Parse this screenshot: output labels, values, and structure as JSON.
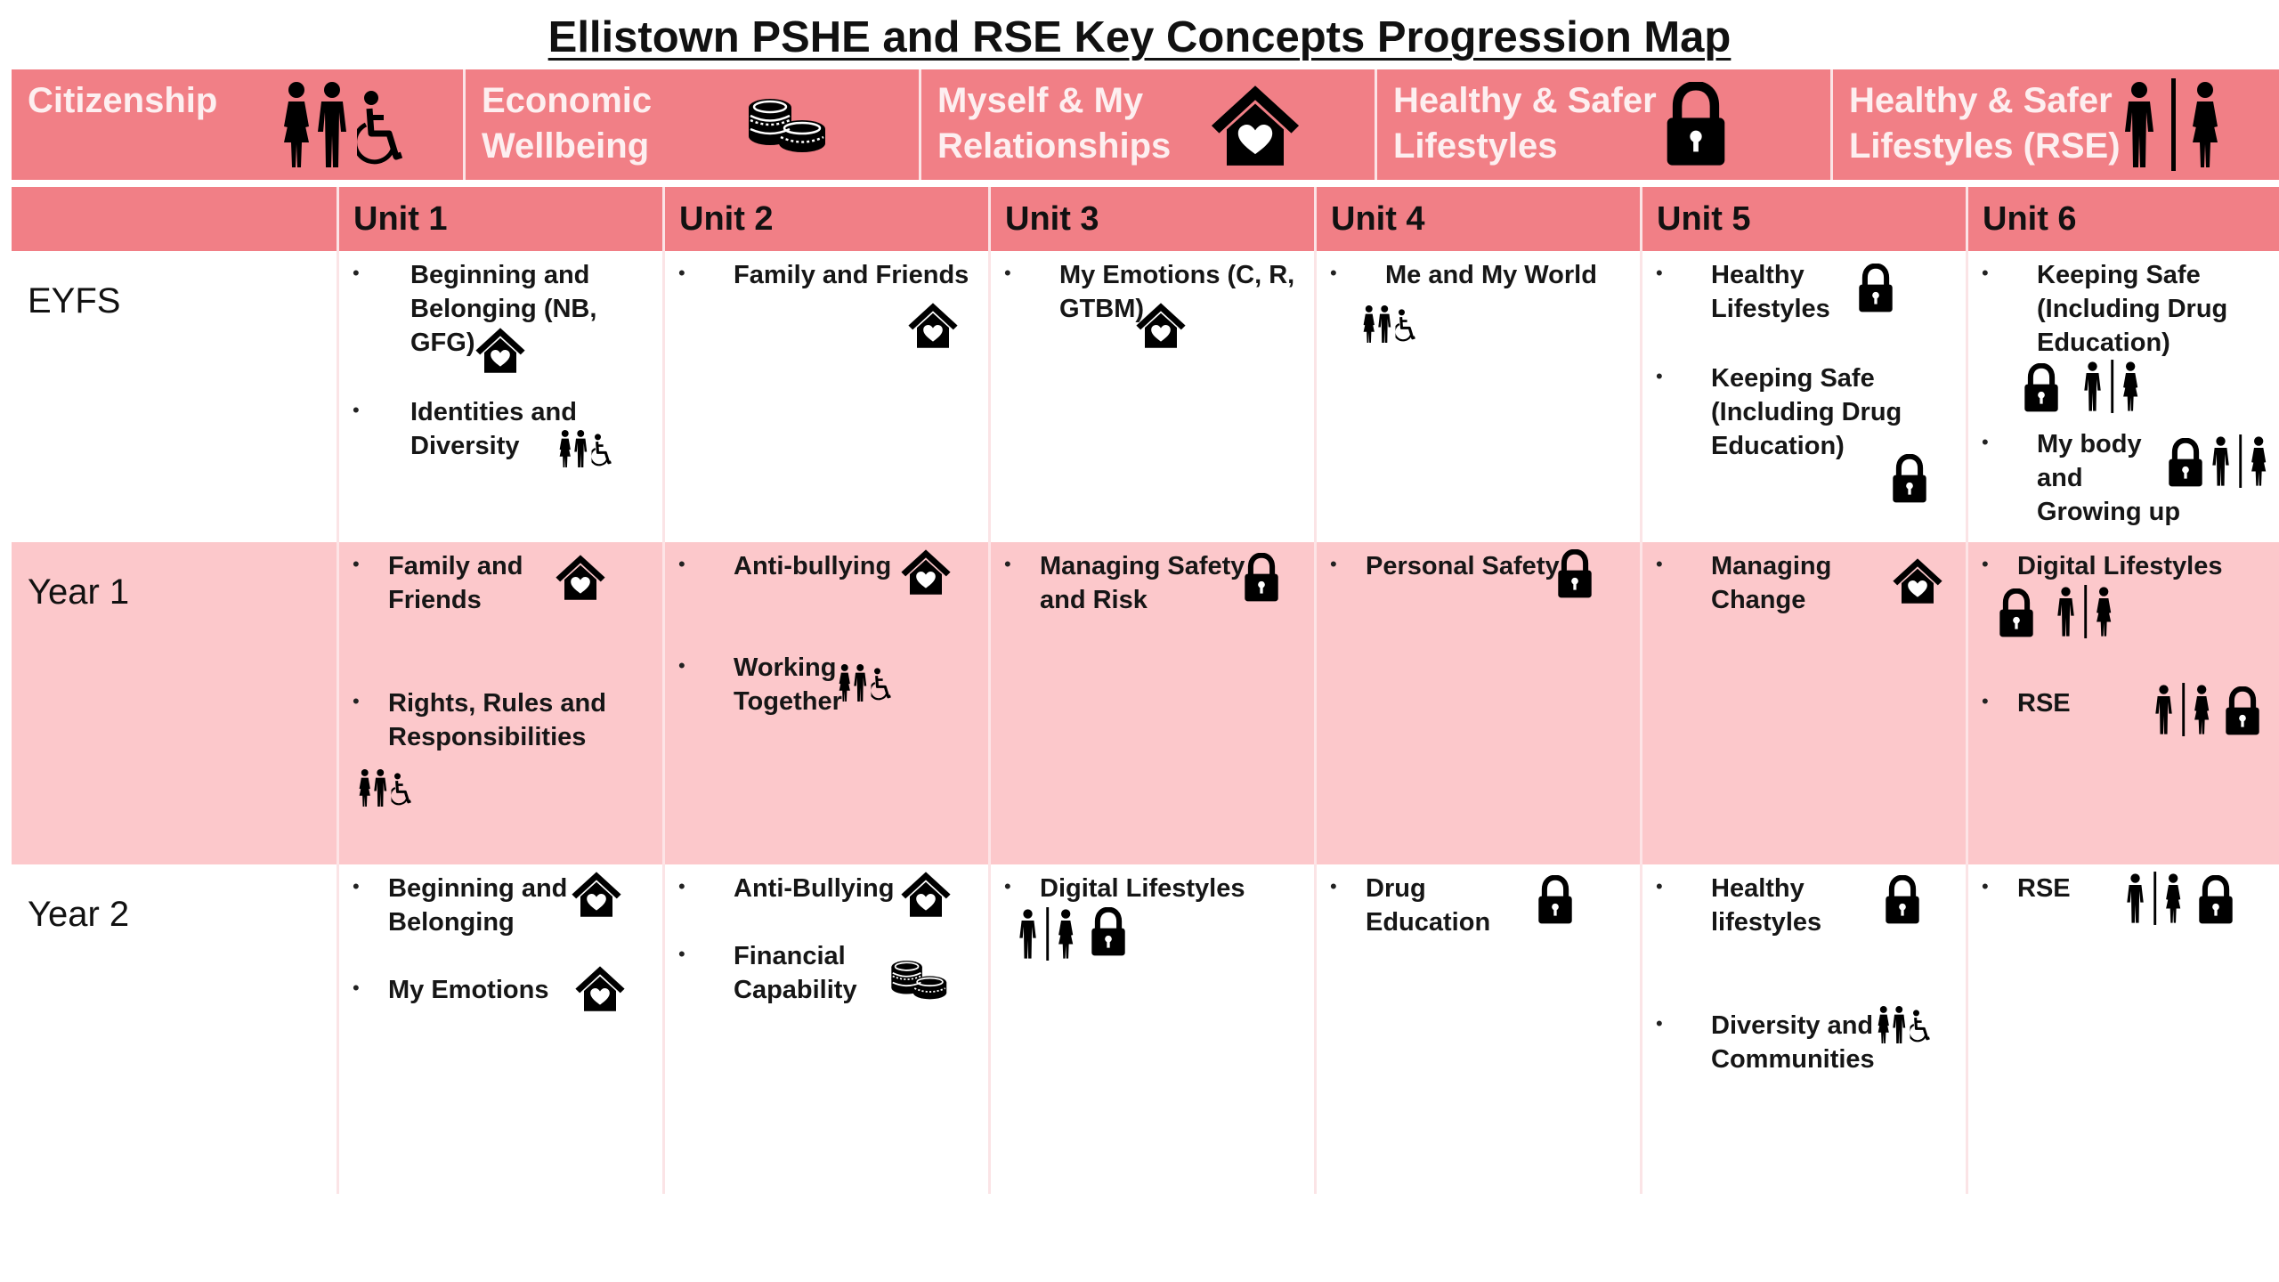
{
  "title": "Ellistown PSHE and RSE Key Concepts Progression Map",
  "legend": [
    {
      "label": "Citizenship",
      "icon": "people-icon"
    },
    {
      "label": "Economic\nWellbeing",
      "icon": "coins-icon"
    },
    {
      "label": "Myself & My\nRelationships",
      "icon": "house-heart-icon"
    },
    {
      "label": "Healthy & Safer\nLifestyles",
      "icon": "padlock-icon"
    },
    {
      "label": "Healthy & Safer\nLifestyles (RSE)",
      "icon": "toilet-sign-icon"
    }
  ],
  "units": [
    "Unit 1",
    "Unit 2",
    "Unit 3",
    "Unit 4",
    "Unit 5",
    "Unit 6"
  ],
  "rows": [
    {
      "label": "EYFS",
      "cells": [
        [
          {
            "text": "Beginning and\nBelonging (NB,\nGFG)",
            "icons": [
              "house-heart-icon"
            ]
          },
          {
            "text": "Identities and\nDiversity",
            "icons": [
              "people-icon"
            ]
          }
        ],
        [
          {
            "text": "Family and Friends",
            "icons": [
              "house-heart-icon"
            ]
          }
        ],
        [
          {
            "text": "My Emotions (C, R,\nGTBM)",
            "icons": [
              "house-heart-icon"
            ]
          }
        ],
        [
          {
            "text": "Me and My World",
            "icons": [
              "people-icon"
            ]
          }
        ],
        [
          {
            "text": "Healthy\nLifestyles",
            "icons": [
              "padlock-icon"
            ]
          },
          {
            "text": "Keeping Safe\n(Including Drug\nEducation)",
            "icons": [
              "padlock-icon"
            ]
          }
        ],
        [
          {
            "text": "Keeping Safe\n(Including Drug\nEducation)",
            "icons": [
              "padlock-icon",
              "toilet-sign-icon"
            ]
          },
          {
            "text": "My body\nand\nGrowing up",
            "icons": [
              "padlock-icon",
              "toilet-sign-icon"
            ]
          }
        ]
      ]
    },
    {
      "label": "Year 1",
      "cells": [
        [
          {
            "text": "Family and\nFriends",
            "icons": [
              "house-heart-icon"
            ]
          },
          {
            "text": "Rights, Rules and\nResponsibilities",
            "icons": [
              "people-icon"
            ]
          }
        ],
        [
          {
            "text": "Anti-bullying",
            "icons": [
              "house-heart-icon"
            ]
          },
          {
            "text": "Working\nTogether",
            "icons": [
              "people-icon"
            ]
          }
        ],
        [
          {
            "text": "Managing Safety\n and Risk",
            "icons": [
              "padlock-icon"
            ]
          }
        ],
        [
          {
            "text": "Personal Safety",
            "icons": [
              "padlock-icon"
            ]
          }
        ],
        [
          {
            "text": "Managing\nChange",
            "icons": [
              "house-heart-icon"
            ]
          }
        ],
        [
          {
            "text": "Digital Lifestyles",
            "icons": [
              "padlock-icon",
              "toilet-sign-icon"
            ]
          },
          {
            "text": "RSE",
            "icons": [
              "toilet-sign-icon",
              "padlock-icon"
            ]
          }
        ]
      ]
    },
    {
      "label": "Year 2",
      "cells": [
        [
          {
            "text": "Beginning and\nBelonging",
            "icons": [
              "house-heart-icon"
            ]
          },
          {
            "text": "My Emotions",
            "icons": [
              "house-heart-icon"
            ]
          }
        ],
        [
          {
            "text": "Anti-Bullying",
            "icons": [
              "house-heart-icon"
            ]
          },
          {
            "text": "Financial\nCapability",
            "icons": [
              "coins-icon"
            ]
          }
        ],
        [
          {
            "text": "Digital Lifestyles",
            "icons": [
              "toilet-sign-icon",
              "padlock-icon"
            ]
          }
        ],
        [
          {
            "text": "Drug\nEducation",
            "icons": [
              "padlock-icon"
            ]
          }
        ],
        [
          {
            "text": "Healthy\nlifestyles",
            "icons": [
              "padlock-icon"
            ]
          },
          {
            "text": "Diversity and\nCommunities",
            "icons": [
              "people-icon"
            ]
          }
        ],
        [
          {
            "text": "RSE",
            "icons": [
              "toilet-sign-icon",
              "padlock-icon"
            ]
          }
        ]
      ]
    }
  ]
}
